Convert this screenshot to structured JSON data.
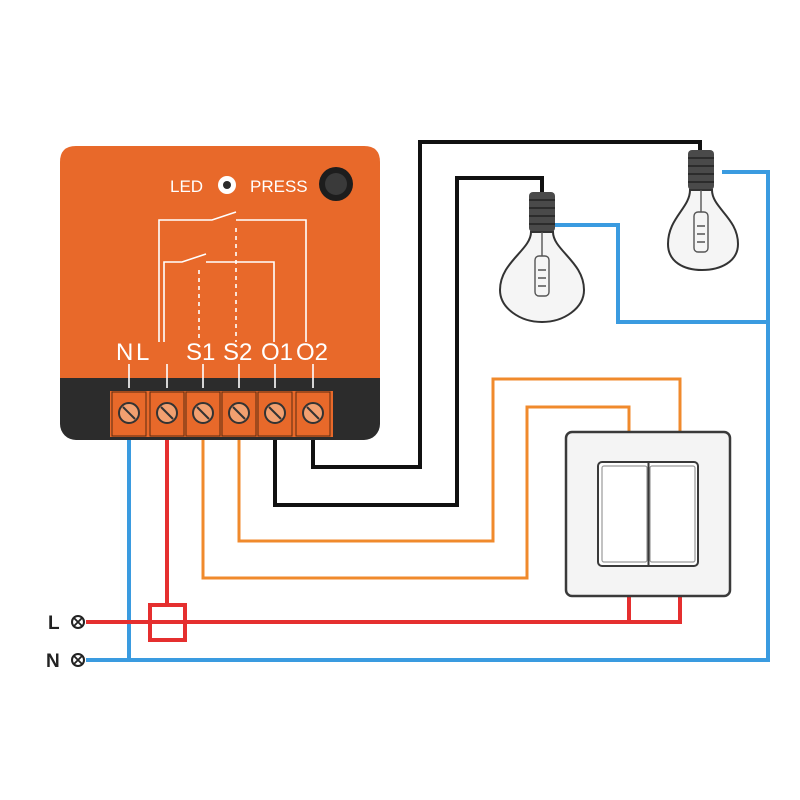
{
  "device": {
    "led_label": "LED",
    "press_label": "PRESS",
    "terminals": [
      "N",
      "L",
      "S1",
      "S2",
      "O1",
      "O2"
    ],
    "body_color": "#e8692a",
    "base_color": "#2c2c2c"
  },
  "mains": {
    "line_label": "L",
    "neutral_label": "N"
  },
  "wire_colors": {
    "live": "#e52f2f",
    "neutral": "#3a9be0",
    "switch": "#f08a2c",
    "output": "#111111"
  },
  "components": {
    "bulbs": 2,
    "double_switch": 1,
    "fuse": 1
  }
}
